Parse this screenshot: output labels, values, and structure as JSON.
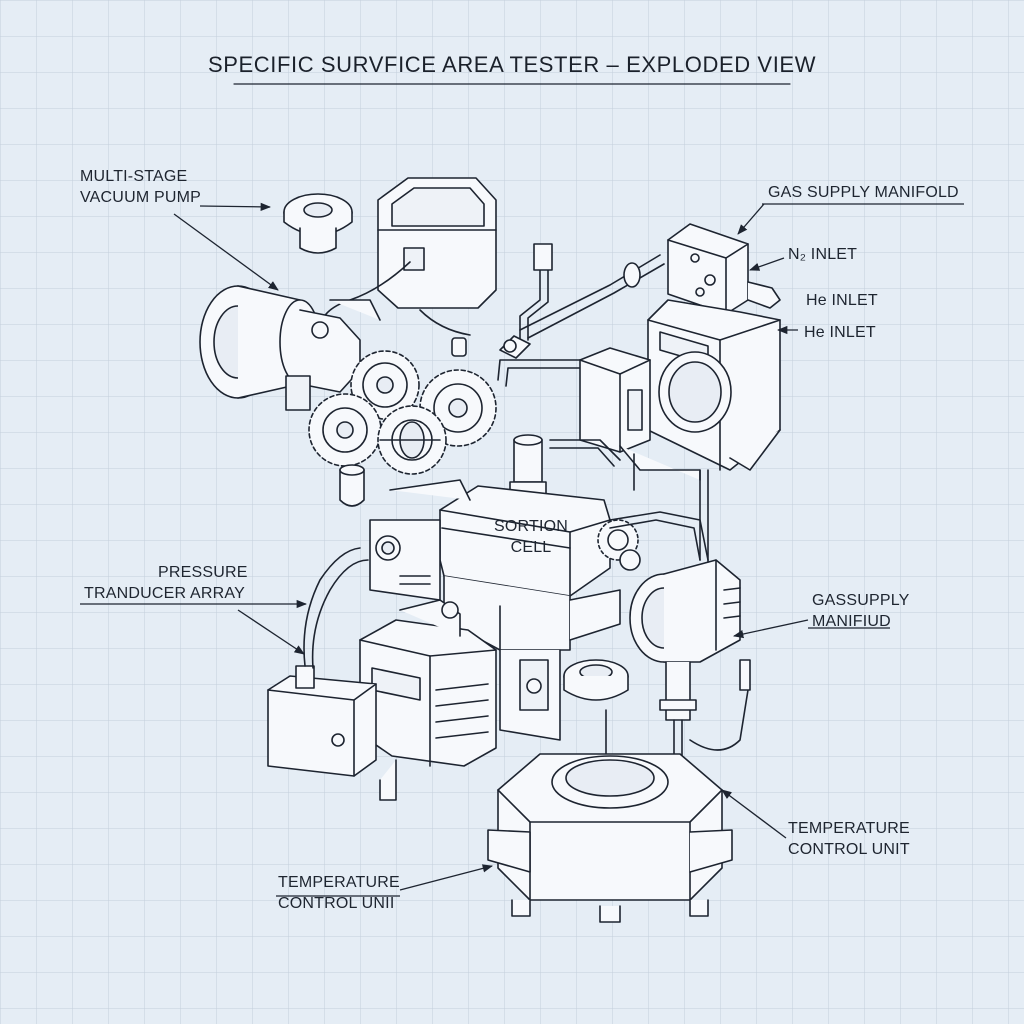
{
  "title": "SPECIFIC SURVFICE AREA TESTER – EXPLODED VIEW",
  "labels": {
    "vacuum_pump_line1": "MULTI-STAGE",
    "vacuum_pump_line2": "VACUUM PUMP",
    "gas_manifold_top": "GAS SUPPLY MANIFOLD",
    "n2_inlet": "N₂ INLET",
    "he_inlet_1": "He INLET",
    "he_inlet_2": "He INLET",
    "sortion_cell_line1": "SORTION",
    "sortion_cell_line2": "CELL",
    "pressure_line1": "PRESSURE",
    "pressure_line2": "TRANDUCER ARRAY",
    "gas_manifold_right_line1": "GASSUPPLY",
    "gas_manifold_right_line2": "MANIFIUD",
    "temp_right_line1": "TEMPERATURE",
    "temp_right_line2": "CONTROL UNIT",
    "temp_left_line1": "TEMPERATURE",
    "temp_left_line2": "CONTROL UNII"
  }
}
